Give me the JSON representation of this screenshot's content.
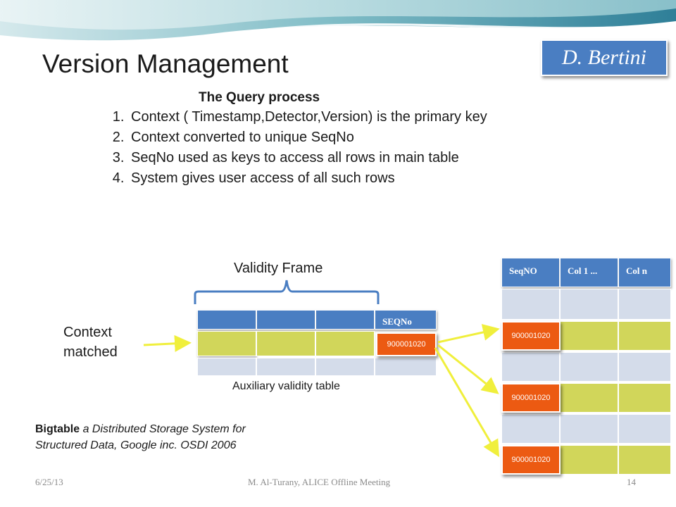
{
  "slide": {
    "title": "Version Management",
    "author": "D. Bertini"
  },
  "query": {
    "heading": "The Query process",
    "steps": [
      "Context ( Timestamp,Detector,Version) is the primary key",
      "Context converted to unique SeqNo",
      "SeqNo used as keys to access all rows in main table",
      "System gives user access of all such rows"
    ]
  },
  "diagram": {
    "validity_frame_label": "Validity Frame",
    "context_label_line1": "Context",
    "context_label_line2": "matched",
    "aux_table_label": "Auxiliary validity table",
    "aux_seq_header": "SEQNo",
    "aux_seq_value": "900001020",
    "main_headers": [
      "SeqNO",
      "Col 1 ...",
      "Col n"
    ],
    "main_seq_value": "900001020"
  },
  "citation": {
    "bold": "Bigtable",
    "rest_line1": "a Distributed Storage System for",
    "line2": "Structured Data, Google inc. OSDI 2006"
  },
  "footer": {
    "date": "6/25/13",
    "center": "M. Al-Turany,  ALICE Offline Meeting",
    "page": "14"
  },
  "colors": {
    "header_blue": "#4a7ec2",
    "light_blue": "#d4dcea",
    "matched_yellow": "#d1d65a",
    "seq_orange": "#ec5a12",
    "arrow_yellow": "#f0ef3c"
  }
}
